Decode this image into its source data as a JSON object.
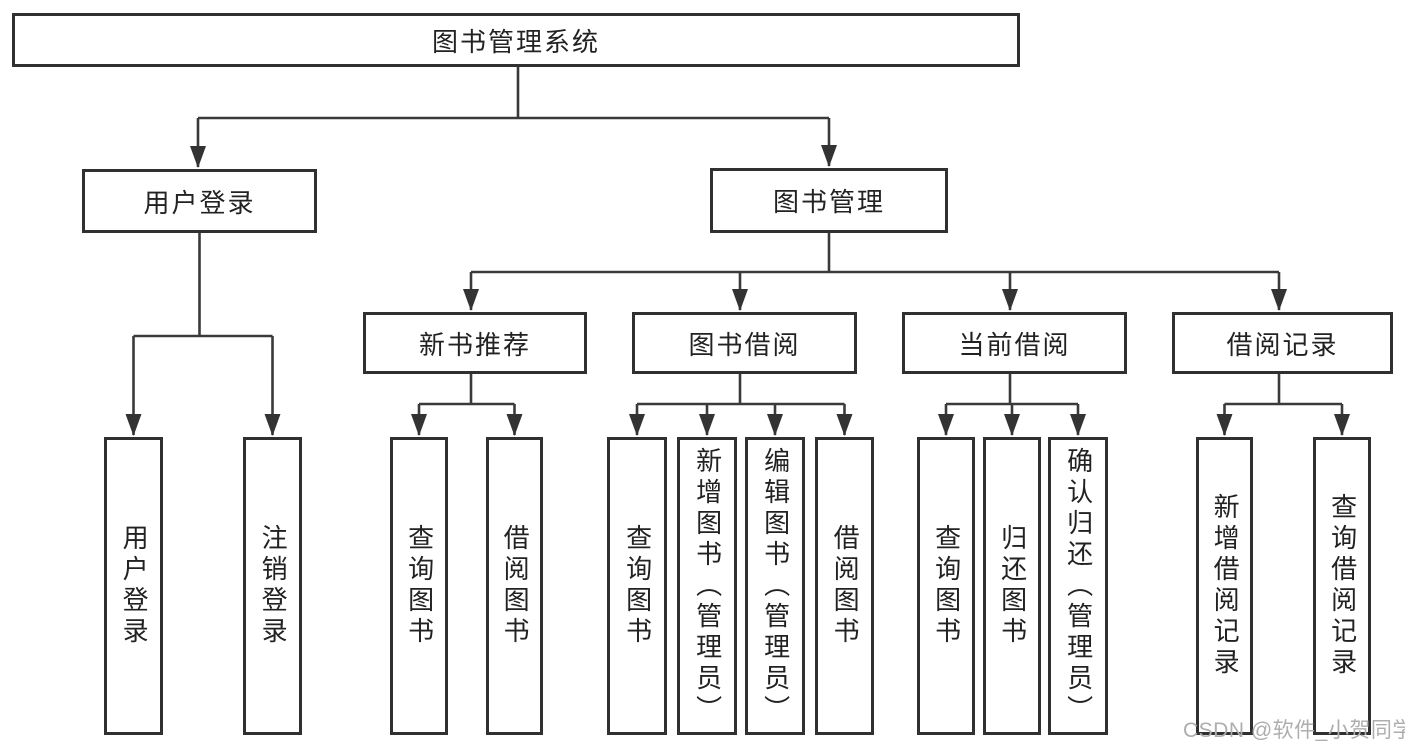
{
  "tree": {
    "root": "图书管理系统",
    "level2": [
      {
        "label": "用户登录",
        "leaves": [
          "用户登录",
          "注销登录"
        ]
      },
      {
        "label": "图书管理",
        "groups": [
          {
            "label": "新书推荐",
            "leaves": [
              "查询图书",
              "借阅图书"
            ]
          },
          {
            "label": "图书借阅",
            "leaves": [
              "查询图书",
              "新增图书（管理员）",
              "编辑图书（管理员）",
              "借阅图书"
            ]
          },
          {
            "label": "当前借阅",
            "leaves": [
              "查询图书",
              "归还图书",
              "确认归还（管理员）"
            ]
          },
          {
            "label": "借阅记录",
            "leaves": [
              "新增借阅记录",
              "查询借阅记录"
            ]
          }
        ]
      }
    ]
  },
  "watermark": "CSDN @软件_小贺同学",
  "colors": {
    "line": "#3a3a3a",
    "box_border": "#303030",
    "text": "#222222",
    "watermark": "#aeaeb1",
    "background": "#ffffff"
  }
}
